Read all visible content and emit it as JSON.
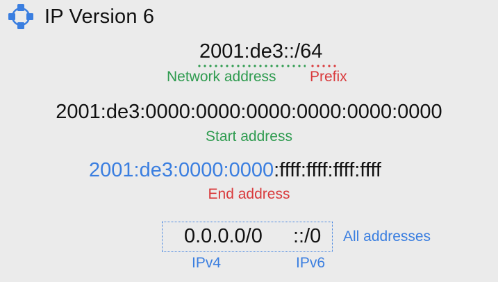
{
  "header": {
    "title": "IP Version 6",
    "logo_icon": "network-nodes-icon",
    "logo_color": "#3a7ee0"
  },
  "prefix_example": {
    "cidr": "2001:de3::/64",
    "network_label": "Network address",
    "prefix_label": "Prefix"
  },
  "start": {
    "address": "2001:de3:0000:0000:0000:0000:0000:0000",
    "label": "Start address"
  },
  "end": {
    "network_part": "2001:de3:0000:0000",
    "host_part": ":ffff:ffff:ffff:ffff",
    "label": "End address"
  },
  "all_addresses": {
    "ipv4_cidr": "0.0.0.0/0",
    "ipv6_cidr": "::/0",
    "label": "All addresses",
    "ipv4_label": "IPv4",
    "ipv6_label": "IPv6"
  },
  "colors": {
    "green": "#2e9b4f",
    "red": "#d9393b",
    "blue": "#3a7ee0",
    "background": "#ebebeb"
  }
}
